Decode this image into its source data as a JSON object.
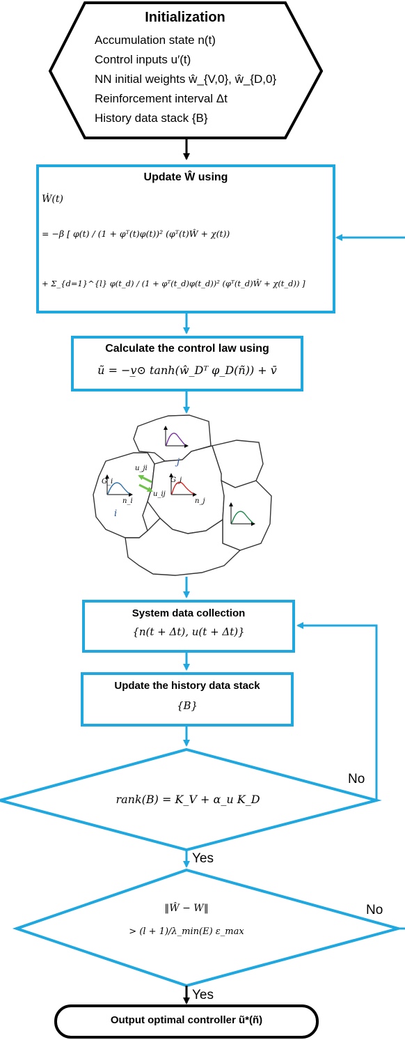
{
  "init": {
    "title": "Initialization",
    "lines": [
      "Accumulation state n(t)",
      "Control inputs u′(t)",
      "NN initial weights ŵ_{V,0}, ŵ_{D,0}",
      "Reinforcement interval Δt",
      "History data stack {B}"
    ]
  },
  "update_w": {
    "title": "Update Ŵ using",
    "eq_lhs": "Ẇ(t)",
    "eq_line1": "= −β [ φ(t) / (1 + φᵀ(t)φ(t))² (φᵀ(t)Ŵ + χ(t))",
    "eq_line2": "+ Σ_{d=1}^{l} φ(t_d) / (1 + φᵀ(t_d)φ(t_d))² (φᵀ(t_d)Ŵ + χ(t_d)) ]"
  },
  "control_law": {
    "title": "Calculate the control law using",
    "equation": "ũ = −v̲⊙ tanh(ŵ_Dᵀ φ_D(ñ)) + v̄"
  },
  "network": {
    "labels": {
      "u_ji": "u_ji",
      "u_ij": "u_ij",
      "G_i": "G_i",
      "G_j": "G_j",
      "n_i": "n_i",
      "n_j": "n_j",
      "i": "i",
      "j": "j"
    }
  },
  "data_collection": {
    "title": "System data collection",
    "equation": "{n(t + Δt), u(t + Δt)}"
  },
  "history_update": {
    "title": "Update the history data stack",
    "equation": "{B}"
  },
  "decision1": {
    "condition": "rank(B) = K_V + α_u K_D",
    "no": "No",
    "yes": "Yes"
  },
  "decision2": {
    "condition_top": "‖Ŵ − W‖",
    "condition_bottom": "> (l + 1)/λ_min(E) ε_max",
    "no": "No",
    "yes": "Yes"
  },
  "output": {
    "label": "Output optimal controller ũ*(ñ)"
  },
  "colors": {
    "accent": "#1fa8e0",
    "black": "#000000",
    "curve_purple": "#7b2fa8",
    "curve_blue": "#2a6fa8",
    "curve_red": "#e02020",
    "curve_green": "#1a8a4a",
    "arrow_green": "#6fc24a",
    "label_blue": "#1f4fa0"
  }
}
